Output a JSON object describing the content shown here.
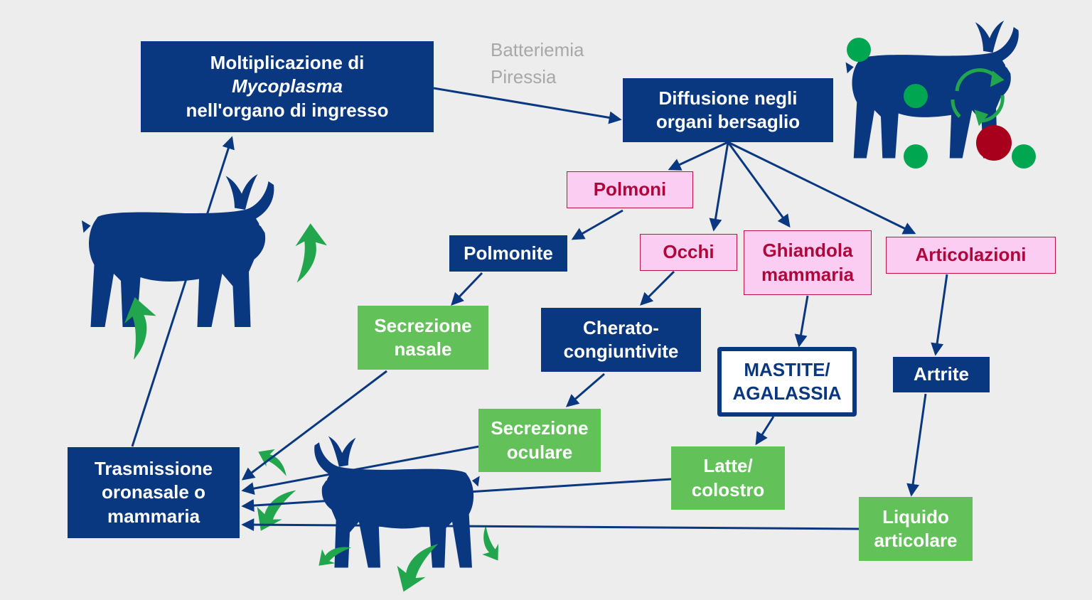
{
  "diagram": {
    "moltiplicazione": {
      "line1": "Moltiplicazione di",
      "line2": "Mycoplasma",
      "line3": "nell'organo di ingresso"
    },
    "batteriemia": {
      "line1": "Batteriemia",
      "line2": "Piressia"
    },
    "diffusione": {
      "line1": "Diffusione negli",
      "line2": "organi bersaglio"
    },
    "polmoni": "Polmoni",
    "polmonite": "Polmonite",
    "occhi": "Occhi",
    "ghiandola": {
      "line1": "Ghiandola",
      "line2": "mammaria"
    },
    "articolazioni": "Articolazioni",
    "secrezione_nasale": {
      "line1": "Secrezione",
      "line2": "nasale"
    },
    "cherato": {
      "line1": "Cherato-",
      "line2": "congiuntivite"
    },
    "mastite": {
      "line1": "MASTITE/",
      "line2": "AGALASSIA"
    },
    "artrite": "Artrite",
    "secrezione_oculare": {
      "line1": "Secrezione",
      "line2": "oculare"
    },
    "latte": {
      "line1": "Latte/",
      "line2": "colostro"
    },
    "liquido": {
      "line1": "Liquido",
      "line2": "articolare"
    },
    "trasmissione": {
      "line1": "Trasmissione",
      "line2": "oronasale o",
      "line3": "mammaria"
    }
  },
  "colors": {
    "navy": "#0a3880",
    "green": "#62c159",
    "pink_fill": "#fccdf3",
    "pink_text": "#b0063a",
    "dark_red": "#a8001c",
    "background": "#ededed"
  },
  "icons": [
    "goat-silhouette-icon",
    "green-curved-arrow-icon",
    "green-cycle-arrows-icon",
    "infection-site-dot-icon"
  ]
}
